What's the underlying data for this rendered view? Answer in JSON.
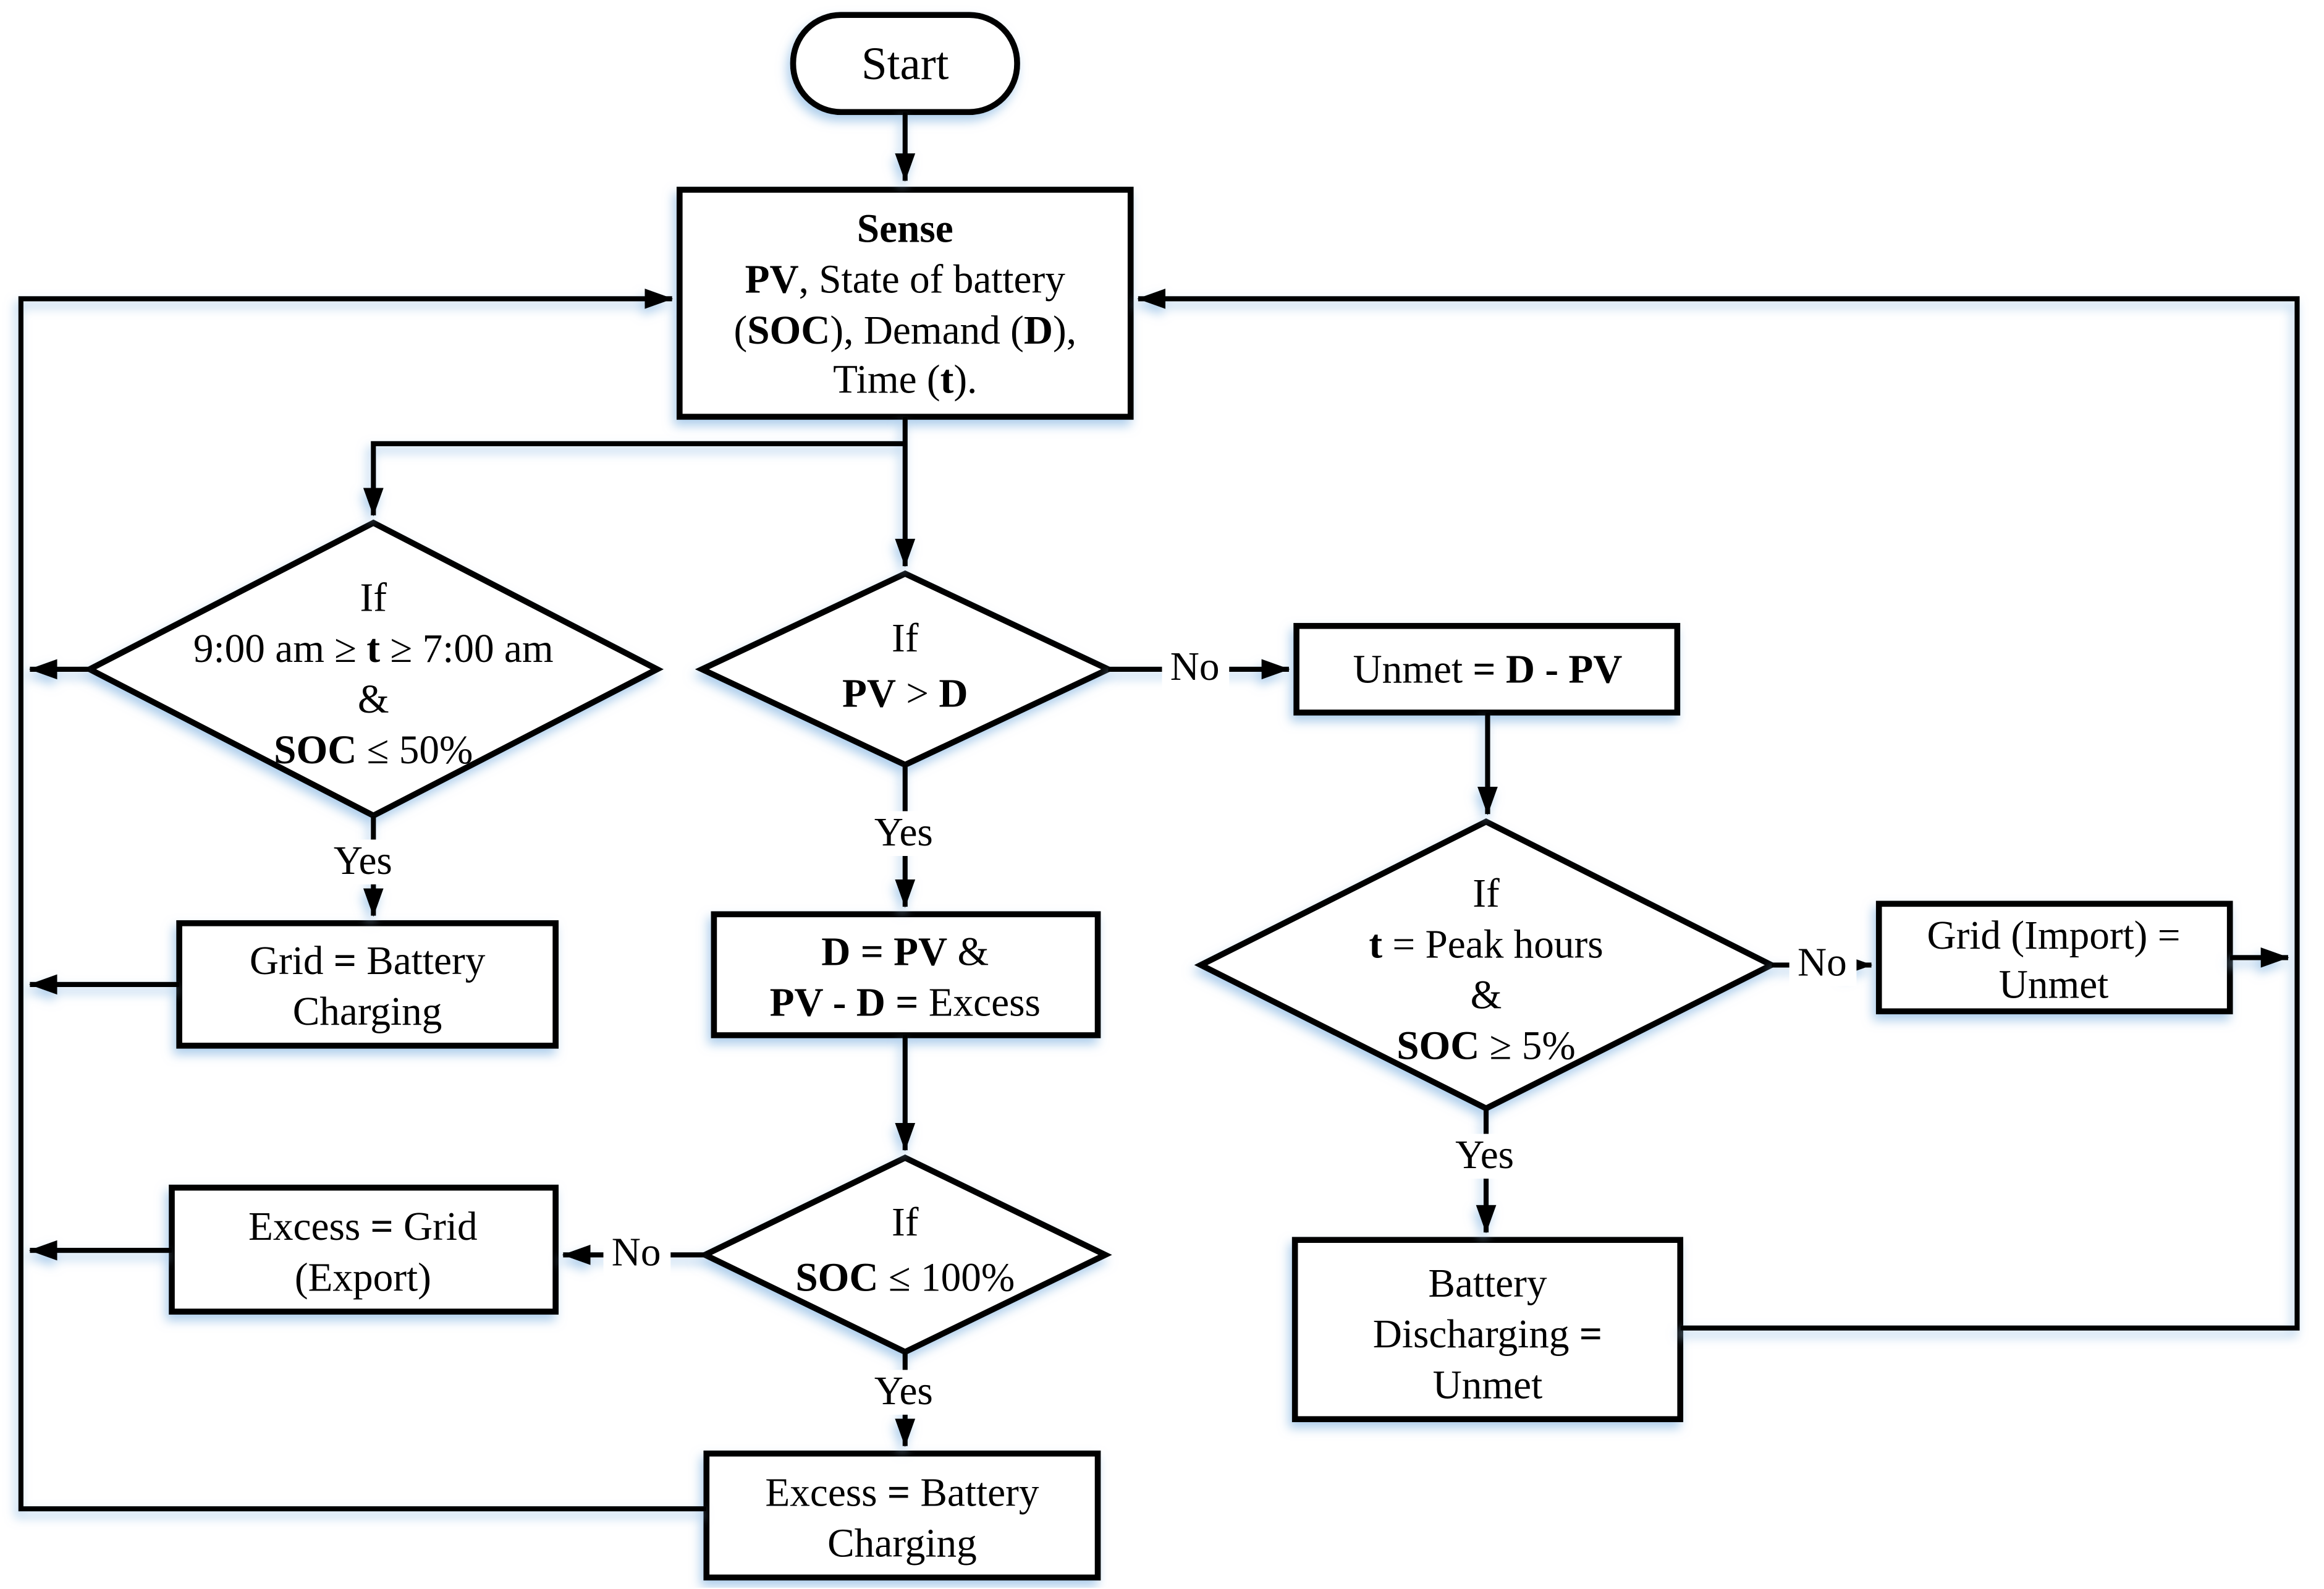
{
  "colors": {
    "stroke": "#000000",
    "node_fill": "#ffffff",
    "shadow": "#9fc5e8",
    "background": "#ffffff"
  },
  "labels": {
    "yes": "Yes",
    "no": "No"
  },
  "nodes": {
    "start": {
      "label": "Start"
    },
    "sense": {
      "lines": [
        [
          {
            "t": "Sense",
            "b": 1
          }
        ],
        [
          {
            "t": "PV",
            "b": 1
          },
          {
            "t": ", State of battery"
          }
        ],
        [
          {
            "t": "("
          },
          {
            "t": "SOC",
            "b": 1
          },
          {
            "t": "), Demand ("
          },
          {
            "t": "D",
            "b": 1
          },
          {
            "t": "),"
          }
        ],
        [
          {
            "t": "Time ("
          },
          {
            "t": "t",
            "b": 1
          },
          {
            "t": ")."
          }
        ]
      ]
    },
    "morning_check": {
      "lines": [
        [
          {
            "t": "If"
          }
        ],
        [
          {
            "t": "9:00 am ≥ "
          },
          {
            "t": "t",
            "b": 1
          },
          {
            "t": " ≥ 7:00 am"
          }
        ],
        [
          {
            "t": "&"
          }
        ],
        [
          {
            "t": "SOC",
            "b": 1
          },
          {
            "t": " ≤ 50%"
          }
        ]
      ]
    },
    "grid_battery_charging": {
      "lines": [
        [
          {
            "t": "Grid "
          },
          {
            "t": "=",
            "b": 1
          },
          {
            "t": " Battery"
          }
        ],
        [
          {
            "t": "Charging"
          }
        ]
      ]
    },
    "pv_gt_demand": {
      "lines": [
        [
          {
            "t": "If"
          }
        ],
        [
          {
            "t": "PV",
            "b": 1
          },
          {
            "t": " > "
          },
          {
            "t": "D",
            "b": 1
          }
        ]
      ]
    },
    "unmet_calc": {
      "lines": [
        [
          {
            "t": "Unmet "
          },
          {
            "t": "= D - PV",
            "b": 1
          }
        ]
      ]
    },
    "excess_calc": {
      "lines": [
        [
          {
            "t": "D = PV",
            "b": 1
          },
          {
            "t": " &"
          }
        ],
        [
          {
            "t": "PV - D =",
            "b": 1
          },
          {
            "t": " Excess"
          }
        ]
      ]
    },
    "soc_full_check": {
      "lines": [
        [
          {
            "t": "If"
          }
        ],
        [
          {
            "t": "SOC",
            "b": 1
          },
          {
            "t": " ≤  100%"
          }
        ]
      ]
    },
    "excess_export": {
      "lines": [
        [
          {
            "t": "Excess "
          },
          {
            "t": "=",
            "b": 1
          },
          {
            "t": " Grid"
          }
        ],
        [
          {
            "t": "(Export)"
          }
        ]
      ]
    },
    "excess_battery_charging": {
      "lines": [
        [
          {
            "t": "Excess "
          },
          {
            "t": "=",
            "b": 1
          },
          {
            "t": " Battery"
          }
        ],
        [
          {
            "t": "Charging"
          }
        ]
      ]
    },
    "peak_hours_check": {
      "lines": [
        [
          {
            "t": "If"
          }
        ],
        [
          {
            "t": "t",
            "b": 1
          },
          {
            "t": " = Peak hours"
          }
        ],
        [
          {
            "t": "&"
          }
        ],
        [
          {
            "t": "SOC",
            "b": 1
          },
          {
            "t": " ≥ 5%"
          }
        ]
      ]
    },
    "grid_import": {
      "lines": [
        [
          {
            "t": "Grid (Import) ="
          }
        ],
        [
          {
            "t": "Unmet"
          }
        ]
      ]
    },
    "battery_discharging": {
      "lines": [
        [
          {
            "t": "Battery"
          }
        ],
        [
          {
            "t": "Discharging "
          },
          {
            "t": "=",
            "b": 1
          }
        ],
        [
          {
            "t": "Unmet"
          }
        ]
      ]
    }
  }
}
